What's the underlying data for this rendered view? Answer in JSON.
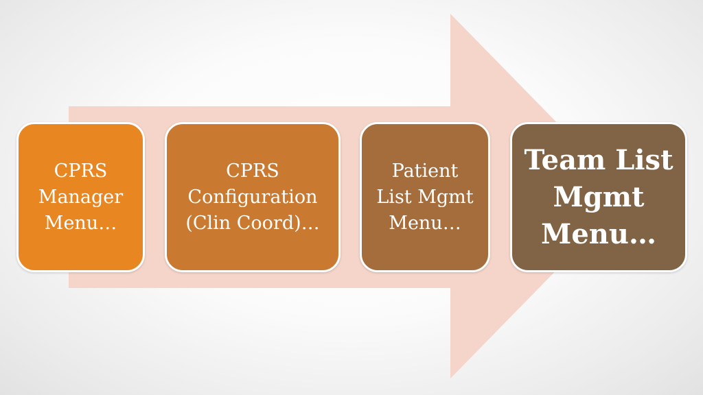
{
  "diagram": {
    "arrow_color": "#f5d5c9",
    "steps": [
      {
        "lines": [
          "CPRS",
          "Manager",
          "Menu…"
        ],
        "color": "#e88722",
        "emphasis": false
      },
      {
        "lines": [
          "CPRS",
          "Configuration",
          "(Clin Coord)…"
        ],
        "color": "#c97930",
        "emphasis": false
      },
      {
        "lines": [
          "Patient",
          "List Mgmt",
          "Menu…"
        ],
        "color": "#a56d3c",
        "emphasis": false
      },
      {
        "lines": [
          "Team List",
          "Mgmt",
          "Menu…"
        ],
        "color": "#806445",
        "emphasis": true
      }
    ]
  }
}
